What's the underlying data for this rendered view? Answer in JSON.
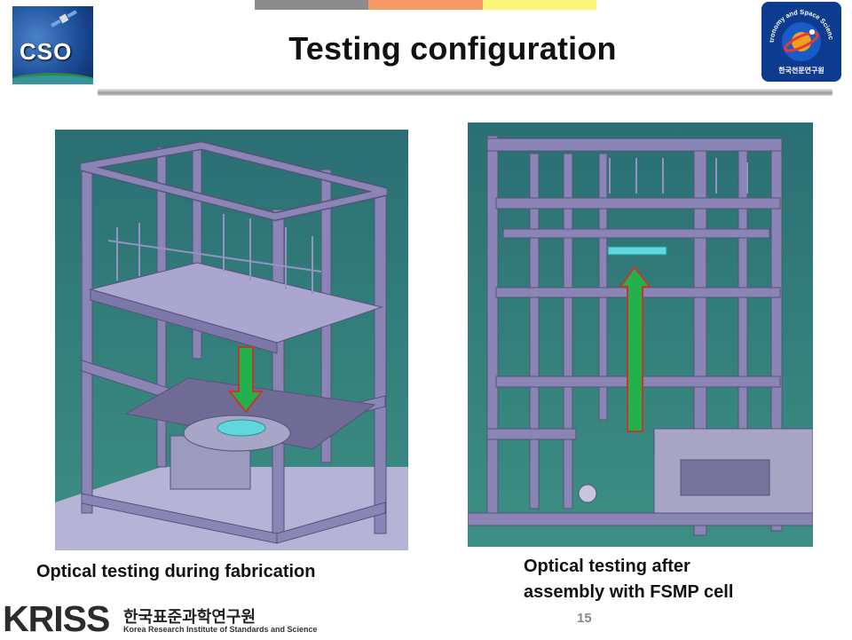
{
  "slide": {
    "title": "Testing configuration",
    "page_number": "15",
    "captions": {
      "left": "Optical testing during fabrication",
      "right_line1": "Optical testing after",
      "right_line2": "assembly with FSMP cell"
    }
  },
  "logos": {
    "cso": "CSO",
    "kriss_wordmark": "KRISS",
    "kriss_korean": "한국표준과학연구원",
    "kriss_english": "Korea Research Institute of Standards and Science",
    "kasi_english": "Korea Astronomy and Space Science Institute",
    "kasi_korean": "한국천문연구원"
  },
  "colors": {
    "top_bar": [
      "#8c8c8c",
      "#f59a63",
      "#fbf776"
    ],
    "panel_background": "#2f7f7a",
    "frame": "#8a85b5",
    "floor": "#b5b4d6",
    "mirror": "#5fd7dc",
    "arrow_fill": "#22b14c",
    "arrow_outline": "#c0392b"
  }
}
